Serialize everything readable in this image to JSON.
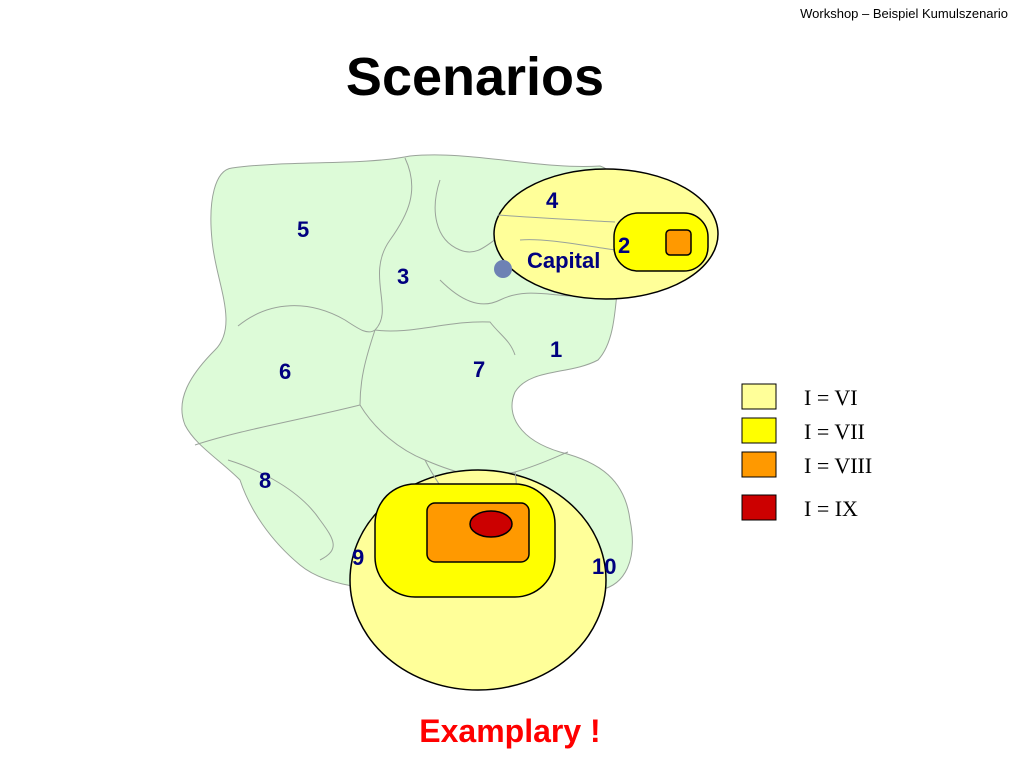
{
  "header_note": "Workshop – Beispiel Kumulszenario",
  "title": "Scenarios",
  "capital": {
    "label": "Capital",
    "marker_color": "#6e82b4"
  },
  "regions": [
    {
      "id": "1",
      "label": "1"
    },
    {
      "id": "2",
      "label": "2"
    },
    {
      "id": "3",
      "label": "3"
    },
    {
      "id": "4",
      "label": "4"
    },
    {
      "id": "5",
      "label": "5"
    },
    {
      "id": "6",
      "label": "6"
    },
    {
      "id": "7",
      "label": "7"
    },
    {
      "id": "8",
      "label": "8"
    },
    {
      "id": "9",
      "label": "9"
    },
    {
      "id": "10",
      "label": "10"
    }
  ],
  "legend": [
    {
      "label": "I = VI",
      "color": "#ffff99"
    },
    {
      "label": "I = VII",
      "color": "#ffff00"
    },
    {
      "label": "I = VIII",
      "color": "#ff9900"
    },
    {
      "label": "I = IX",
      "color": "#cc0000"
    }
  ],
  "colors": {
    "land": "#ddfbd8",
    "border": "#9aa39a",
    "label": "#00007f",
    "footer": "#ff0000"
  },
  "footer_note": "Examplary !"
}
